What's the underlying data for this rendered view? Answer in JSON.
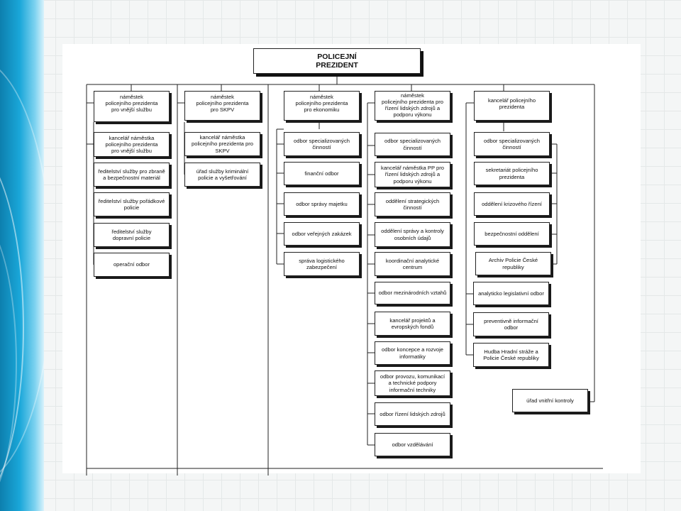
{
  "top": "POLICEJNÍ\nPREZIDENT",
  "columns": [
    {
      "head": "náměstek\npolicejního prezidenta\npro vnější službu",
      "items": [
        "kancelář náměstka\npolicejního prezidenta\npro vnější službu",
        "ředitelství služby pro zbraně\na bezpečnostní materiál",
        "ředitelství služby pořádkové\npolicie",
        "ředitelství služby\ndopravní policie",
        "operační odbor"
      ]
    },
    {
      "head": "náměstek\npolicejního prezidenta\npro SKPV",
      "items": [
        "kancelář náměstka\npolicejního prezidenta pro\nSKPV",
        "úřad služby kriminální\npolicie a vyšetřování"
      ]
    },
    {
      "head": "náměstek\npolicejního prezidenta\npro ekonomiku",
      "items": [
        "odbor specializovaných\nčinností",
        "finanční odbor",
        "odbor správy majetku",
        "odbor veřejných zakázek",
        "správa logistického\nzabezpečení"
      ]
    },
    {
      "head": "náměstek\npolicejního prezidenta pro\nřízení lidských zdrojů a\npodporu výkonu",
      "items": [
        "odbor specializovaných\nčinností",
        "kancelář náměstka PP pro\nřízení lidských zdrojů a\npodporu výkonu",
        "oddělení strategických\nčinností",
        "oddělení správy a kontroly\nosobních údajů",
        "koordinační analytické\ncentrum",
        "odbor mezinárodních vztahů",
        "kancelář projektů a\nevropských fondů",
        "odbor koncepce a rozvoje\ninformatiky",
        "odbor provozu, komunikací\na technické podpory\ninformační techniky",
        "odbor řízení lidských zdrojů",
        "odbor vzdělávání"
      ]
    },
    {
      "head": "kancelář policejního\nprezidenta",
      "items": [
        "odbor specializovaných\nčinností",
        "sekretariát policejního\nprezidenta",
        "oddělení krizového řízení",
        "bezpečnostní oddělení",
        "Archiv Policie České\nrepubliky"
      ],
      "direct": [
        "analyticko legislativní odbor",
        "preventivně informační\nodbor",
        "Hudba Hradní stráže a\nPolicie České republiky"
      ]
    }
  ],
  "standalone": "úřad vnitřní kontroly"
}
